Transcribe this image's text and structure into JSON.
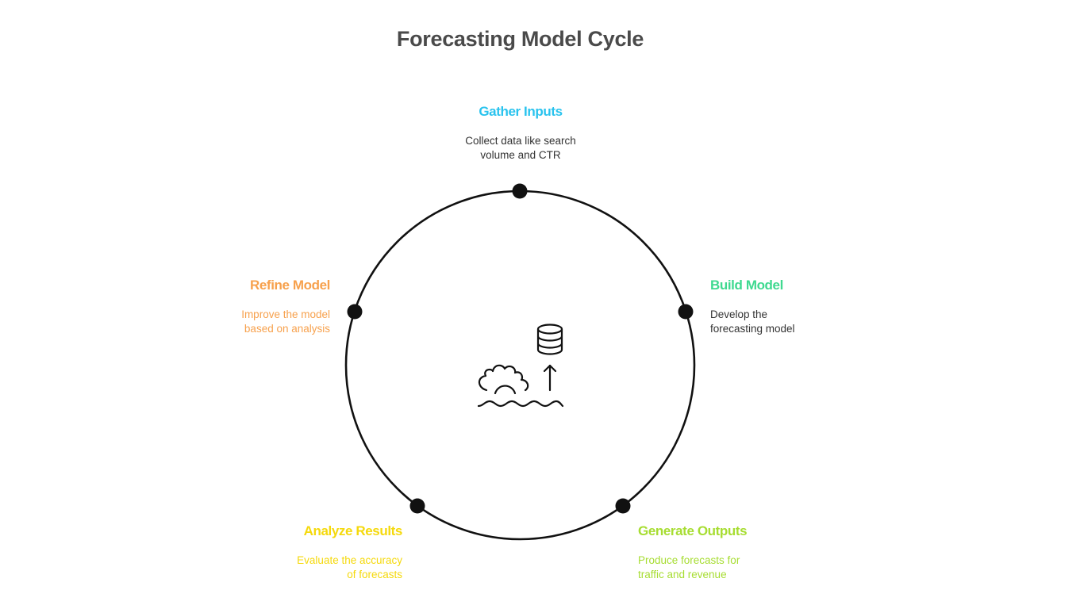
{
  "title": "Forecasting Model Cycle",
  "center_icon": "gear-database-upload-icon",
  "stages": {
    "gather": {
      "title": "Gather Inputs",
      "desc_line1": "Collect data like search",
      "desc_line2": "volume and CTR",
      "title_color": "#29c3ee",
      "desc_color": "#333333"
    },
    "build": {
      "title": "Build Model",
      "desc_line1": "Develop the",
      "desc_line2": "forecasting model",
      "title_color": "#3fd990",
      "desc_color": "#333333"
    },
    "generate": {
      "title": "Generate Outputs",
      "desc_line1": "Produce forecasts for",
      "desc_line2": "traffic and revenue",
      "title_color": "#a7dd32",
      "desc_color": "#a7dd32"
    },
    "analyze": {
      "title": "Analyze Results",
      "desc_line1": "Evaluate the accuracy",
      "desc_line2": "of forecasts",
      "title_color": "#f5d90c",
      "desc_color": "#f5d90c"
    },
    "refine": {
      "title": "Refine Model",
      "desc_line1": "Improve the model",
      "desc_line2": "based on analysis",
      "title_color": "#f7a14d",
      "desc_color": "#f7a14d"
    }
  }
}
